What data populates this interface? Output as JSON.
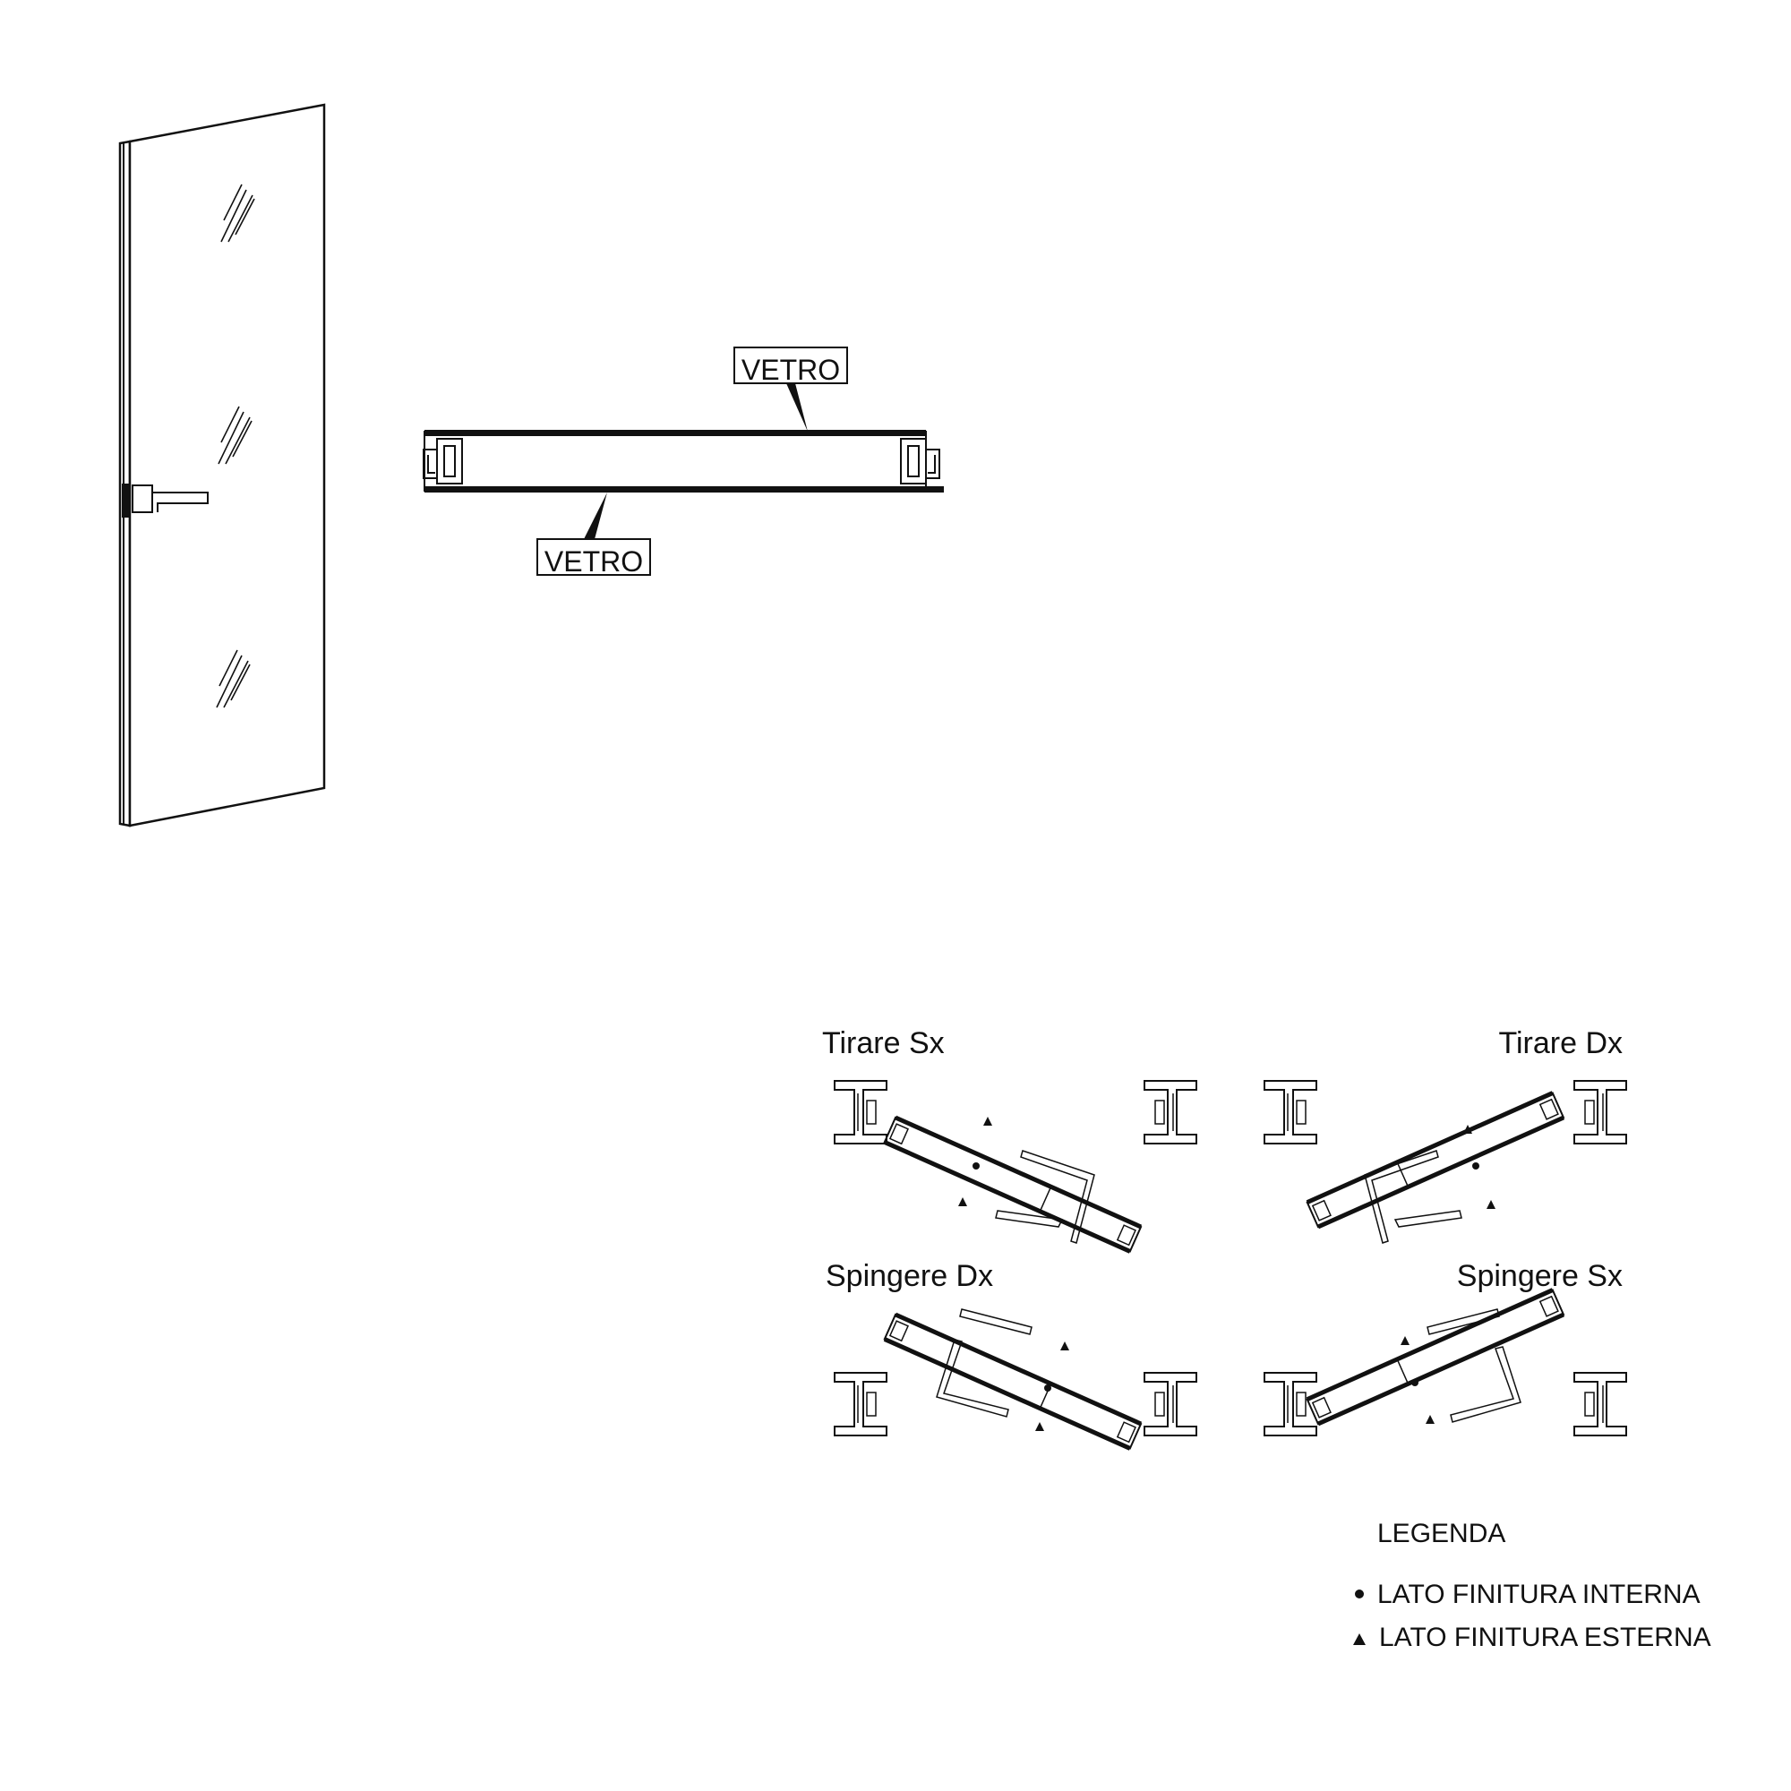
{
  "section": {
    "label_top": "VETRO",
    "label_bottom": "VETRO"
  },
  "openings": {
    "tirare_sx": "Tirare Sx",
    "tirare_dx": "Tirare Dx",
    "spingere_dx": "Spingere Dx",
    "spingere_sx": "Spingere Sx"
  },
  "legend": {
    "title": "LEGENDA",
    "items": [
      {
        "symbol": "dot",
        "label": "LATO FINITURA INTERNA"
      },
      {
        "symbol": "triangle",
        "label": "LATO FINITURA ESTERNA"
      }
    ]
  },
  "colors": {
    "line": "#111111",
    "background": "#ffffff"
  }
}
